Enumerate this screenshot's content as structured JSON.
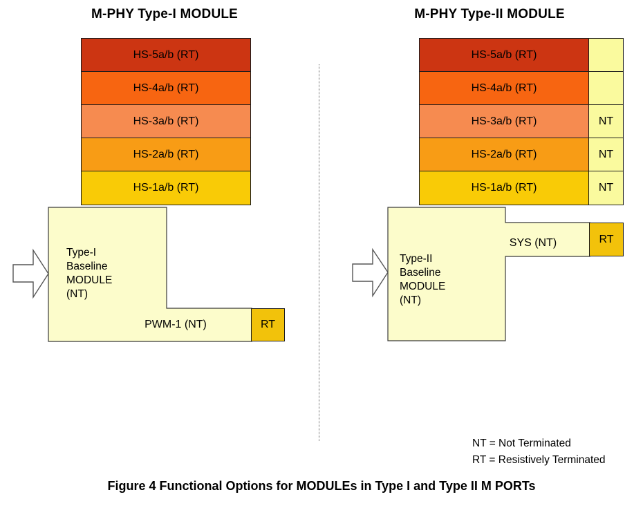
{
  "left_module": {
    "title": "M-PHY Type-I MODULE",
    "bars": [
      {
        "label": "HS-5a/b (RT)",
        "color": "#CC3512"
      },
      {
        "label": "HS-4a/b (RT)",
        "color": "#F76511"
      },
      {
        "label": "HS-3a/b (RT)",
        "color": "#F68B50"
      },
      {
        "label": "HS-2a/b (RT)",
        "color": "#F89C15"
      },
      {
        "label": "HS-1a/b (RT)",
        "color": "#F9CB06"
      }
    ],
    "baseline_label_lines": [
      "Type-I",
      "Baseline",
      "MODULE",
      "(NT)"
    ],
    "lane_label": "PWM-1 (NT)",
    "termination_label": "RT"
  },
  "right_module": {
    "title": "M-PHY Type-II MODULE",
    "bars": [
      {
        "label": "HS-5a/b (RT)",
        "color": "#CC3512"
      },
      {
        "label": "HS-4a/b (RT)",
        "color": "#F76511"
      },
      {
        "label": "HS-3a/b (RT)",
        "color": "#F68B50"
      },
      {
        "label": "HS-2a/b (RT)",
        "color": "#F89C15"
      },
      {
        "label": "HS-1a/b (RT)",
        "color": "#F9CB06"
      }
    ],
    "nt_cells": [
      "",
      "",
      "NT",
      "NT",
      "NT"
    ],
    "baseline_label_lines": [
      "Type-II",
      "Baseline",
      "MODULE",
      "(NT)"
    ],
    "lane_label": "SYS (NT)",
    "termination_label": "RT"
  },
  "legend": {
    "line1": "NT = Not Terminated",
    "line2": "RT = Resistively Terminated"
  },
  "caption": "Figure 4 Functional Options for MODULEs in Type I and Type II M PORTs",
  "colors": {
    "pale_module": "#FCFCCB",
    "nt_cell": "#FAFA9E",
    "rt_gold": "#F2C20B"
  }
}
